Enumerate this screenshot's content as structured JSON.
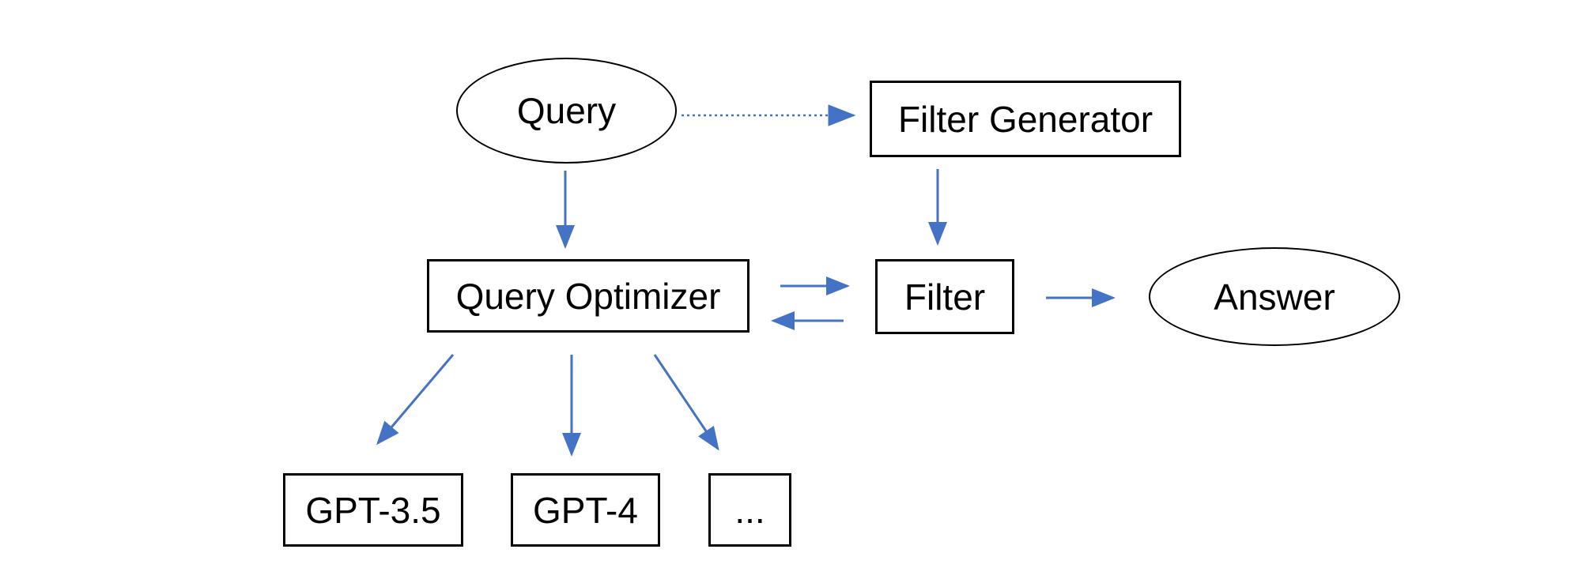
{
  "diagram": {
    "type": "flowchart",
    "colors": {
      "arrow": "#4472C4",
      "node_stroke": "#000000",
      "background": "#ffffff",
      "text": "#000000"
    },
    "nodes": {
      "query": {
        "label": "Query",
        "shape": "ellipse"
      },
      "filter_generator": {
        "label": "Filter Generator",
        "shape": "rect"
      },
      "query_optimizer": {
        "label": "Query Optimizer",
        "shape": "rect"
      },
      "filter": {
        "label": "Filter",
        "shape": "rect"
      },
      "answer": {
        "label": "Answer",
        "shape": "ellipse"
      },
      "gpt35": {
        "label": "GPT-3.5",
        "shape": "rect"
      },
      "gpt4": {
        "label": "GPT-4",
        "shape": "rect"
      },
      "more_models": {
        "label": "...",
        "shape": "rect"
      }
    },
    "edges": [
      {
        "from": "query",
        "to": "filter_generator",
        "style": "dotted",
        "direction": "right"
      },
      {
        "from": "query",
        "to": "query_optimizer",
        "style": "solid",
        "direction": "down"
      },
      {
        "from": "filter_generator",
        "to": "filter",
        "style": "solid",
        "direction": "down"
      },
      {
        "from": "query_optimizer",
        "to": "filter",
        "style": "solid",
        "direction": "right"
      },
      {
        "from": "filter",
        "to": "query_optimizer",
        "style": "solid",
        "direction": "left"
      },
      {
        "from": "filter",
        "to": "answer",
        "style": "solid",
        "direction": "right"
      },
      {
        "from": "query_optimizer",
        "to": "gpt35",
        "style": "solid",
        "direction": "down-left"
      },
      {
        "from": "query_optimizer",
        "to": "gpt4",
        "style": "solid",
        "direction": "down"
      },
      {
        "from": "query_optimizer",
        "to": "more_models",
        "style": "solid",
        "direction": "down-right"
      }
    ]
  }
}
